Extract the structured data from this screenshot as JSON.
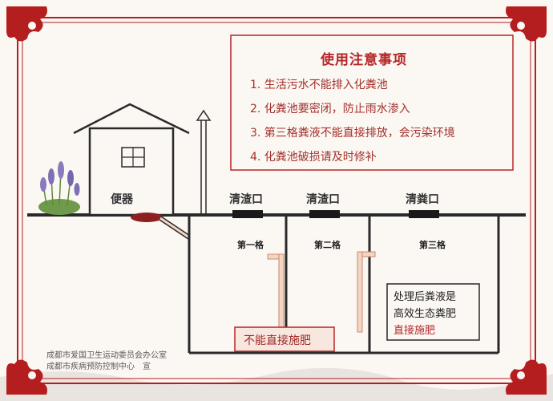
{
  "notice": {
    "title": "使用注意事项",
    "items": [
      "1. 生活污水不能排入化粪池",
      "2. 化粪池要密闭，防止雨水渗入",
      "3. 第三格粪液不能直接排放，会污染环境",
      "4. 化粪池破损请及时修补"
    ]
  },
  "diagram": {
    "toilet_label": "便器",
    "cleanout_1": "清渣口",
    "cleanout_2": "清渣口",
    "manure_outlet": "清粪口",
    "chamber_1": "第一格",
    "chamber_2": "第二格",
    "chamber_3": "第三格",
    "warning": "不能直接施肥",
    "treated_note": [
      "处理后粪液是",
      "高效生态粪肥",
      "直接施肥"
    ]
  },
  "footer": {
    "line1": "成都市爱国卫生运动委员会办公室",
    "line2": "成都市疾病预防控制中心　宣"
  },
  "colors": {
    "frame_red": "#b41e1e",
    "line_dark": "#2a2a2a",
    "background": "#fbf7f3",
    "pipe_peach": "#f2d5c3"
  }
}
